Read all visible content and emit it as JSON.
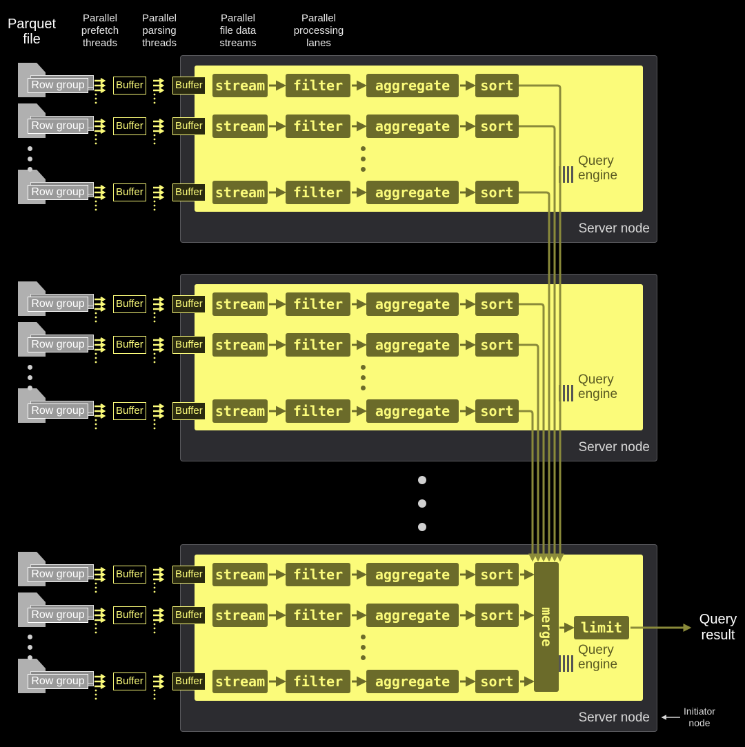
{
  "headers": {
    "parquet_file": "Parquet\nfile",
    "prefetch": "Parallel\nprefetch\nthreads",
    "parsing": "Parallel\nparsing\nthreads",
    "streams": "Parallel\nfile data\nstreams",
    "lanes": "Parallel\nprocessing\nlanes"
  },
  "labels": {
    "row_group": "Row group",
    "buffer": "Buffer",
    "stream": "stream",
    "filter": "filter",
    "aggregate": "aggregate",
    "sort": "sort",
    "merge": "merge",
    "limit": "limit",
    "query_engine": "Query\nengine",
    "server_node": "Server node",
    "query_result": "Query\nresult",
    "initiator_node": "Initiator\nnode"
  },
  "colors": {
    "panel": "#fbfb7a",
    "operator": "#6b6b2a",
    "node": "#2c2c30",
    "flow": "#8a8a3a"
  },
  "icons": {
    "parquet": "file-icon",
    "engine": "query-engine-logo-icon",
    "prefetch": "parallel-arrows-icon"
  }
}
